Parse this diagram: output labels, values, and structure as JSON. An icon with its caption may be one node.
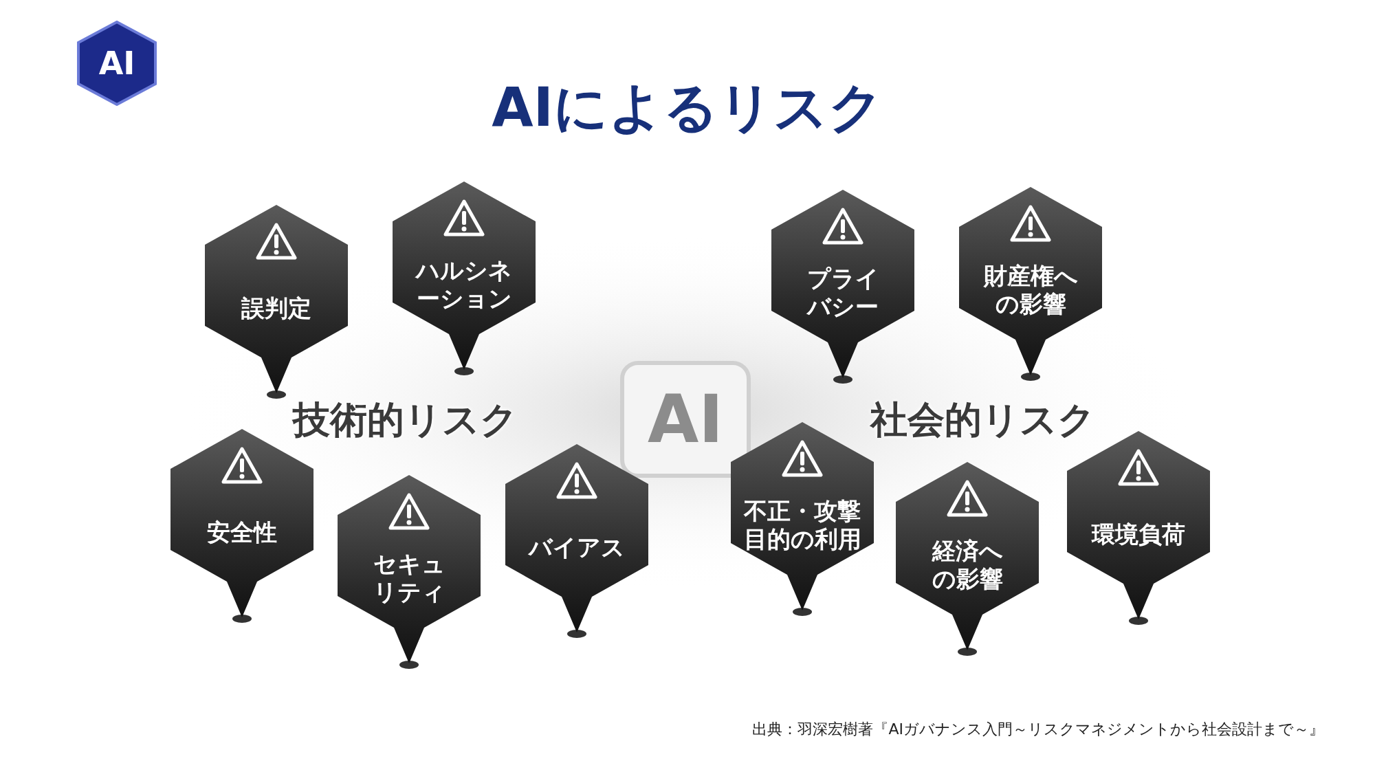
{
  "diagram": {
    "title": "AIによるリスク",
    "nodes": [
      {
        "text": [
          "誤判定"
        ]
      },
      {
        "text": [
          "ハルシネーション"
        ]
      },
      {
        "text": [
          "プライバシー"
        ]
      },
      {
        "text": [
          "財産権への影響"
        ]
      },
      {
        "text": [
          "安全性"
        ]
      },
      {
        "text": [
          "セキュリティ"
        ]
      },
      {
        "text": [
          "バイアス"
        ]
      },
      {
        "text": [
          "不正・攻撃目的の利用"
        ]
      },
      {
        "text": [
          "経済への影響"
        ]
      },
      {
        "text": [
          "環境負荷"
        ]
      }
    ],
    "edges": [],
    "labels": [
      "AI",
      "技術的リスク",
      "AI",
      "社会的リスク",
      "出典：羽深宏樹著『AIガバナンス入門～リスクマネジメントから社会設計まで～』"
    ]
  }
}
